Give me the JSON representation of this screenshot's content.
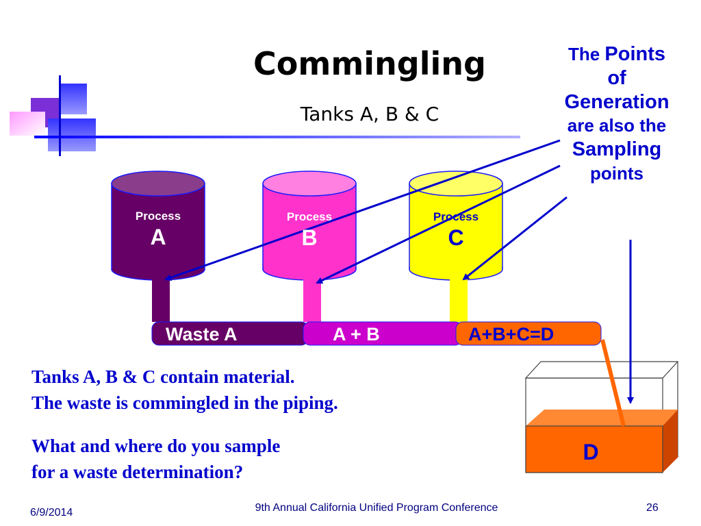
{
  "slide": {
    "title": "Commingling",
    "subtitle": "Tanks A, B & C"
  },
  "callout": {
    "line1_small": "The ",
    "line1_big": "Points",
    "line2": "of",
    "line3": "Generation",
    "line4": "are also the",
    "line5": "Sampling",
    "line6": "points"
  },
  "tanks": [
    {
      "process": "Process",
      "letter": "A",
      "color": "#660066"
    },
    {
      "process": "Process",
      "letter": "B",
      "color": "#FF33CC"
    },
    {
      "process": "Process",
      "letter": "C",
      "color": "#FFFF00"
    }
  ],
  "pipe": {
    "segment_a": "Waste A",
    "segment_ab": "A + B",
    "segment_abc": "A+B+C=D",
    "colors": {
      "a": "#660066",
      "ab": "#CC00CC",
      "abc": "#FF6600"
    }
  },
  "container": {
    "label": "D",
    "color": "#FF6600"
  },
  "body": {
    "line1": "Tanks A, B & C contain material.",
    "line2": "The waste is commingled in the piping.",
    "line3": "What and where do you sample",
    "line4": "for a waste determination?"
  },
  "footer": {
    "date": "6/9/2014",
    "conference": "9th Annual California Unified Program Conference",
    "page": "26"
  },
  "colors": {
    "accent_blue": "#0000CC",
    "logo_blue": "#3333FF",
    "logo_purple": "#7B2FD6"
  }
}
